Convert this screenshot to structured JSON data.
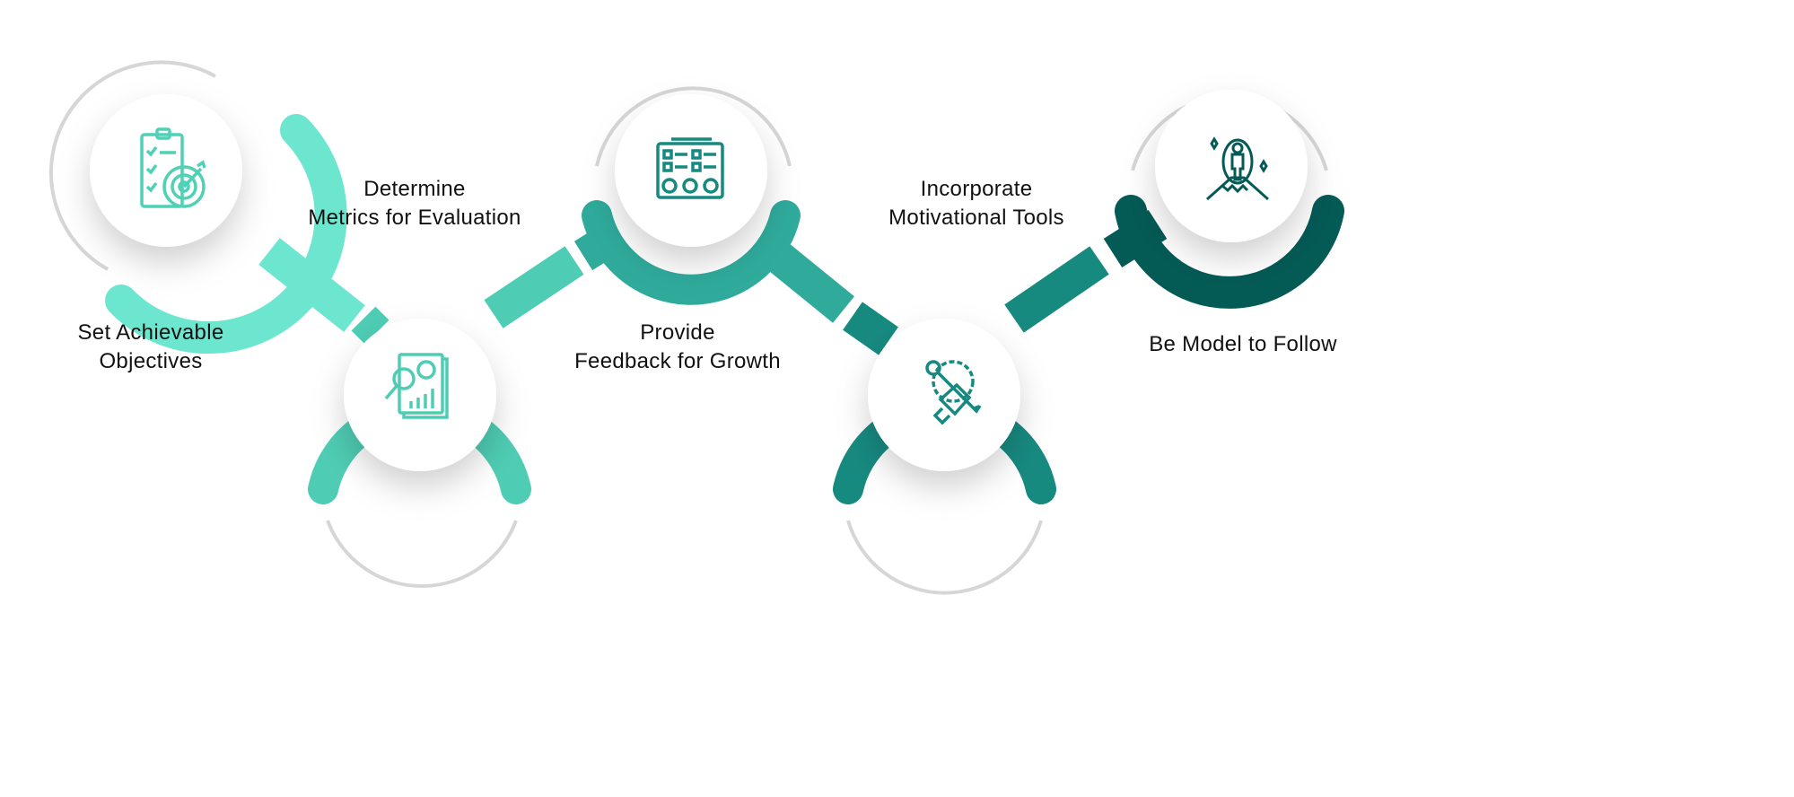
{
  "steps": [
    {
      "line1": "Set Achievable",
      "line2": "Objectives",
      "icon": "clipboard-target-icon",
      "color": "#6de6cf"
    },
    {
      "line1": "Determine",
      "line2": "Metrics for Evaluation",
      "icon": "report-magnifier-icon",
      "color": "#4fcdb4"
    },
    {
      "line1": "Provide",
      "line2": "Feedback for Growth",
      "icon": "feedback-form-icon",
      "color": "#2faa9b"
    },
    {
      "line1": "Incorporate",
      "line2": "Motivational Tools",
      "icon": "hand-wrench-gear-icon",
      "color": "#178a80"
    },
    {
      "line1": "Be Model to Follow",
      "line2": "",
      "icon": "person-on-mountain-icon",
      "color": "#045a55"
    }
  ]
}
